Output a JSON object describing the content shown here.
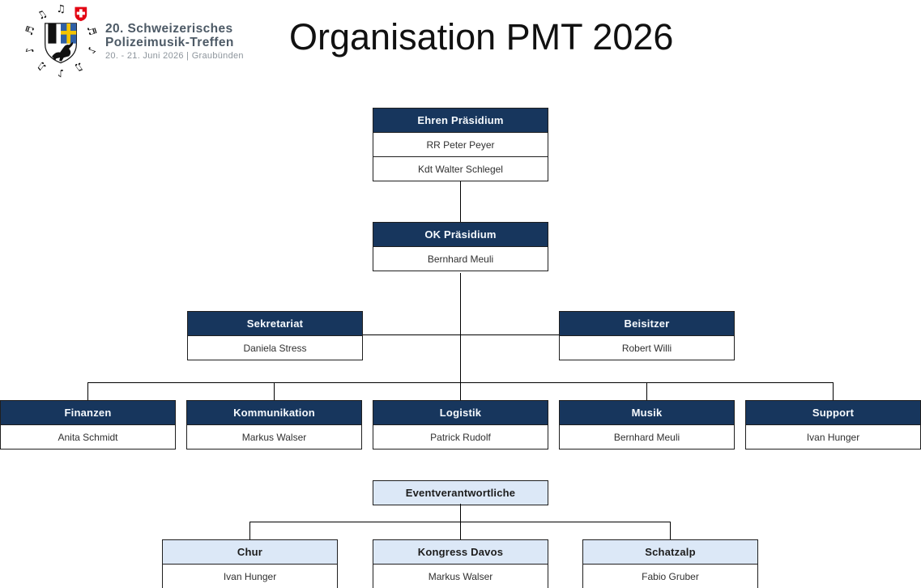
{
  "page_title": "Organisation PMT 2026",
  "logo": {
    "title_line1": "20. Schweizerisches",
    "title_line2": "Polizeimusik-Treffen",
    "subtitle": "20. - 21. Juni 2026 | Graubünden"
  },
  "colors": {
    "navy_header": "#17365d",
    "navy_header_text": "#f6fafe",
    "light_blue_header": "#dce8f7",
    "box_border": "#1f1f1f",
    "connector_line": "#000000",
    "swiss_cross_red": "#e30613",
    "arms_blue": "#2f5fa5",
    "arms_yellow": "#f5c400",
    "logo_text_dark": "#4d5a66",
    "logo_text_gray": "#8d959c"
  },
  "chart_data": {
    "type": "org-chart",
    "title": "Organisation PMT 2026",
    "nodes": {
      "ehren": {
        "title": "Ehren Präsidium",
        "members": [
          "RR Peter Peyer",
          "Kdt Walter Schlegel"
        ],
        "style": "navy"
      },
      "ok": {
        "title": "OK Präsidium",
        "members": [
          "Bernhard Meuli"
        ],
        "style": "navy"
      },
      "sekretariat": {
        "title": "Sekretariat",
        "members": [
          "Daniela Stress"
        ],
        "style": "navy"
      },
      "beisitzer": {
        "title": "Beisitzer",
        "members": [
          "Robert Willi"
        ],
        "style": "navy"
      },
      "finanzen": {
        "title": "Finanzen",
        "members": [
          "Anita Schmidt"
        ],
        "style": "navy"
      },
      "kommunikation": {
        "title": "Kommunikation",
        "members": [
          "Markus Walser"
        ],
        "style": "navy"
      },
      "logistik": {
        "title": "Logistik",
        "members": [
          "Patrick Rudolf"
        ],
        "style": "navy"
      },
      "musik": {
        "title": "Musik",
        "members": [
          "Bernhard Meuli"
        ],
        "style": "navy"
      },
      "support": {
        "title": "Support",
        "members": [
          "Ivan Hunger"
        ],
        "style": "navy"
      },
      "event": {
        "title": "Eventverantwortliche",
        "members": [],
        "style": "light"
      },
      "chur": {
        "title": "Chur",
        "members": [
          "Ivan Hunger"
        ],
        "style": "light"
      },
      "kongress": {
        "title": "Kongress Davos",
        "members": [
          "Markus Walser"
        ],
        "style": "light"
      },
      "schatzalp": {
        "title": "Schatzalp",
        "members": [
          "Fabio Gruber"
        ],
        "style": "light"
      }
    },
    "edges": [
      [
        "Ehren Präsidium",
        "OK Präsidium"
      ],
      [
        "OK Präsidium",
        "Sekretariat"
      ],
      [
        "OK Präsidium",
        "Beisitzer"
      ],
      [
        "OK Präsidium",
        "Finanzen"
      ],
      [
        "OK Präsidium",
        "Kommunikation"
      ],
      [
        "OK Präsidium",
        "Logistik"
      ],
      [
        "OK Präsidium",
        "Musik"
      ],
      [
        "OK Präsidium",
        "Support"
      ],
      [
        "Eventverantwortliche",
        "Chur"
      ],
      [
        "Eventverantwortliche",
        "Kongress Davos"
      ],
      [
        "Eventverantwortliche",
        "Schatzalp"
      ]
    ]
  }
}
